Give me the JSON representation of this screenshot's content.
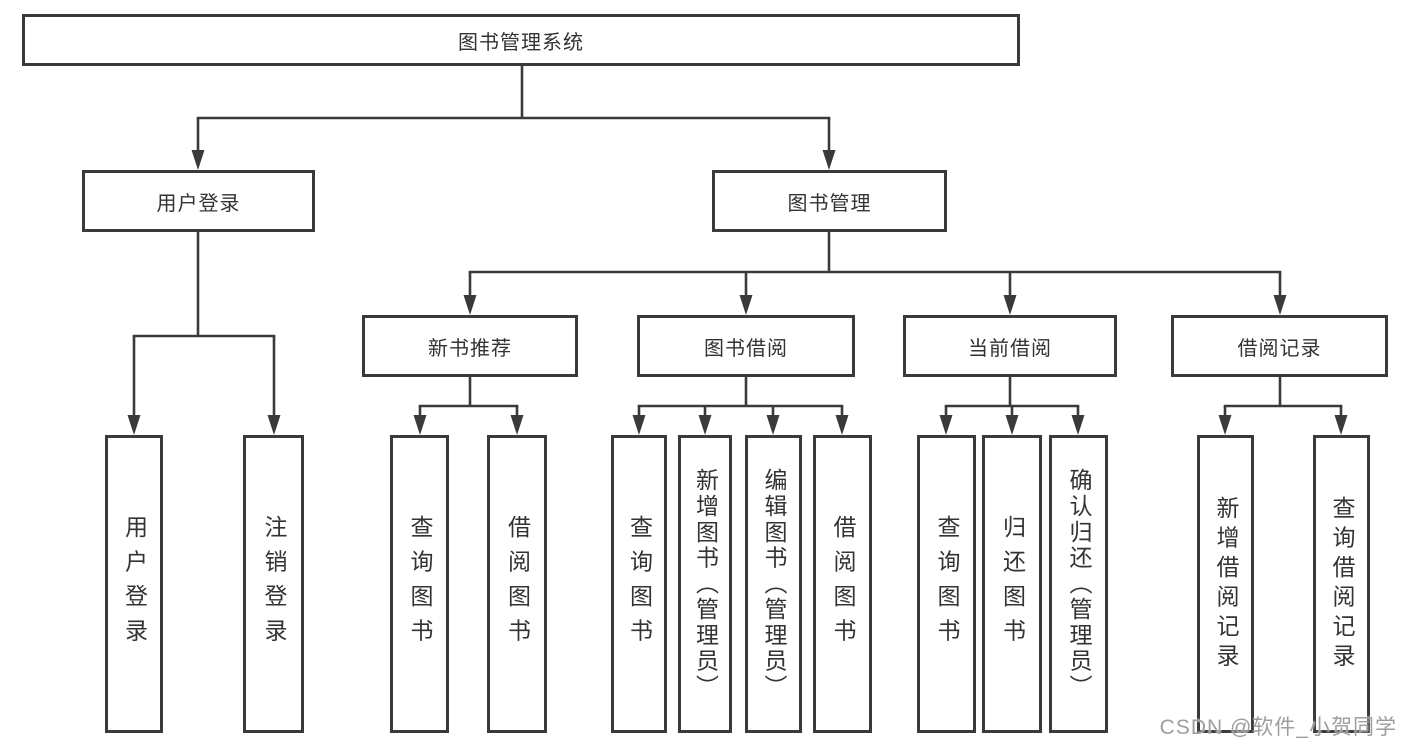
{
  "diagram": {
    "root": {
      "label": "图书管理系统",
      "children": [
        {
          "label": "用户登录",
          "children": [
            {
              "label": "用户登录"
            },
            {
              "label": "注销登录"
            }
          ]
        },
        {
          "label": "图书管理",
          "children": [
            {
              "label": "新书推荐",
              "children": [
                {
                  "label": "查询图书"
                },
                {
                  "label": "借阅图书"
                }
              ]
            },
            {
              "label": "图书借阅",
              "children": [
                {
                  "label": "查询图书"
                },
                {
                  "label": "新增图书（管理员）"
                },
                {
                  "label": "编辑图书（管理员）"
                },
                {
                  "label": "借阅图书"
                }
              ]
            },
            {
              "label": "当前借阅",
              "children": [
                {
                  "label": "查询图书"
                },
                {
                  "label": "归还图书"
                },
                {
                  "label": "确认归还（管理员）"
                }
              ]
            },
            {
              "label": "借阅记录",
              "children": [
                {
                  "label": "新增借阅记录"
                },
                {
                  "label": "查询借阅记录"
                }
              ]
            }
          ]
        }
      ]
    }
  },
  "watermark": {
    "text": "CSDN @软件_小贺同学"
  },
  "colors": {
    "line": "#3a3a3a",
    "text": "#333333",
    "watermark": "#9e9e9e",
    "background": "#ffffff"
  }
}
